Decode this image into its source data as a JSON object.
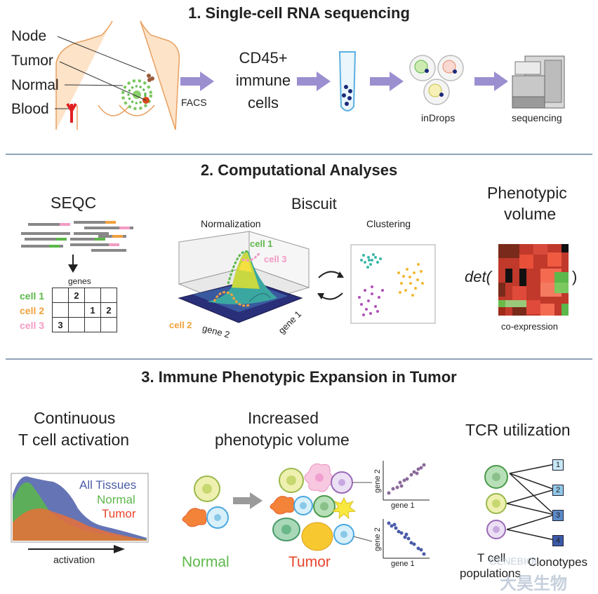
{
  "section1": {
    "title": "1. Single-cell RNA sequencing",
    "body_labels": [
      "Node",
      "Tumor",
      "Normal",
      "Blood"
    ],
    "facs": "FACS",
    "cd45_lines": [
      "CD45+",
      "immune",
      "cells"
    ],
    "indrops": "inDrops",
    "sequencing": "sequencing"
  },
  "section2": {
    "title": "2. Computational Analyses",
    "seqc": "SEQC",
    "genes": "genes",
    "cells": [
      "cell 1",
      "cell 2",
      "cell 3"
    ],
    "matrix": [
      [
        "",
        "2",
        "",
        ""
      ],
      [
        "",
        "",
        "1",
        "2"
      ],
      [
        "3",
        "",
        "",
        ""
      ]
    ],
    "biscuit": "Biscuit",
    "normalization": "Normalization",
    "clustering": "Clustering",
    "plot_cells": [
      "cell 1",
      "cell 3",
      "cell 2"
    ],
    "gene_axes": [
      "gene 2",
      "gene 1"
    ],
    "phenotypic_volume": [
      "Phenotypic",
      "volume"
    ],
    "det_open": "det(",
    "det_close": ")",
    "coexpression": "co-expression"
  },
  "section3": {
    "title": "3. Immune Phenotypic Expansion in Tumor",
    "continuous": [
      "Continuous",
      "T cell activation"
    ],
    "legend": [
      "All Tissues",
      "Normal",
      "Tumor"
    ],
    "activation": "activation",
    "increased": [
      "Increased",
      "phenotypic volume"
    ],
    "normal": "Normal",
    "tumor": "Tumor",
    "scatter_axes": [
      "gene 2",
      "gene 1"
    ],
    "tcr": "TCR utilization",
    "clonotype_numbers": [
      "1",
      "2",
      "3",
      "4"
    ],
    "tcell_populations": [
      "T cell",
      "populations"
    ],
    "clonotypes": "Clonotypes",
    "watermark": [
      "GENEBIOL",
      "大昊生物"
    ]
  },
  "colors": {
    "arrow": "#9b8fd0",
    "cell1": "#5cb84a",
    "cell2": "#f0a13c",
    "cell3": "#f29ac4",
    "all_tissues": "#4a5ca8",
    "normal": "#5cb84a",
    "tumor": "#e8442a",
    "divider": "#8fa3b8"
  }
}
